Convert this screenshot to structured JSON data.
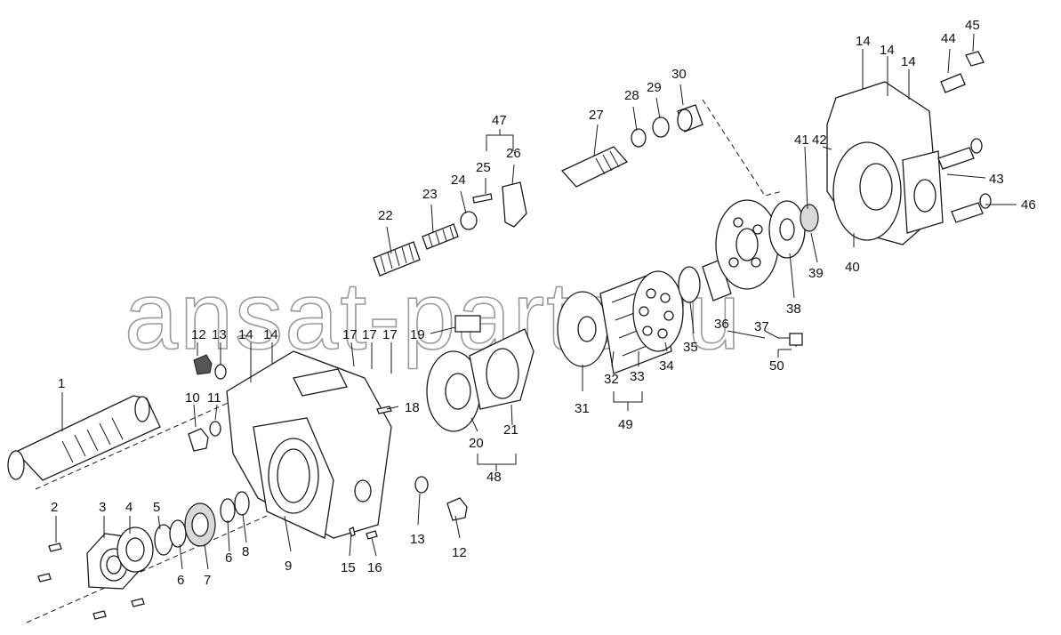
{
  "watermark": "ansat-parts.ru",
  "callouts": [
    {
      "id": "c1",
      "text": "1"
    },
    {
      "id": "c2",
      "text": "2"
    },
    {
      "id": "c3",
      "text": "3"
    },
    {
      "id": "c4",
      "text": "4"
    },
    {
      "id": "c5",
      "text": "5"
    },
    {
      "id": "c6a",
      "text": "6"
    },
    {
      "id": "c6b",
      "text": "6"
    },
    {
      "id": "c7",
      "text": "7"
    },
    {
      "id": "c8",
      "text": "8"
    },
    {
      "id": "c9",
      "text": "9"
    },
    {
      "id": "c10",
      "text": "10"
    },
    {
      "id": "c11",
      "text": "11"
    },
    {
      "id": "c12a",
      "text": "12"
    },
    {
      "id": "c12b",
      "text": "12"
    },
    {
      "id": "c13a",
      "text": "13"
    },
    {
      "id": "c13b",
      "text": "13"
    },
    {
      "id": "c14a",
      "text": "14"
    },
    {
      "id": "c14b",
      "text": "14"
    },
    {
      "id": "c14c",
      "text": "14"
    },
    {
      "id": "c14d",
      "text": "14"
    },
    {
      "id": "c14e",
      "text": "14"
    },
    {
      "id": "c15",
      "text": "15"
    },
    {
      "id": "c16",
      "text": "16"
    },
    {
      "id": "c17a",
      "text": "17"
    },
    {
      "id": "c17b",
      "text": "17"
    },
    {
      "id": "c17c",
      "text": "17"
    },
    {
      "id": "c18",
      "text": "18"
    },
    {
      "id": "c19",
      "text": "19"
    },
    {
      "id": "c20",
      "text": "20"
    },
    {
      "id": "c21",
      "text": "21"
    },
    {
      "id": "c22",
      "text": "22"
    },
    {
      "id": "c23",
      "text": "23"
    },
    {
      "id": "c24",
      "text": "24"
    },
    {
      "id": "c25",
      "text": "25"
    },
    {
      "id": "c26",
      "text": "26"
    },
    {
      "id": "c27",
      "text": "27"
    },
    {
      "id": "c28",
      "text": "28"
    },
    {
      "id": "c29",
      "text": "29"
    },
    {
      "id": "c30",
      "text": "30"
    },
    {
      "id": "c31",
      "text": "31"
    },
    {
      "id": "c32",
      "text": "32"
    },
    {
      "id": "c33",
      "text": "33"
    },
    {
      "id": "c34",
      "text": "34"
    },
    {
      "id": "c35",
      "text": "35"
    },
    {
      "id": "c36",
      "text": "36"
    },
    {
      "id": "c37",
      "text": "37"
    },
    {
      "id": "c38",
      "text": "38"
    },
    {
      "id": "c39",
      "text": "39"
    },
    {
      "id": "c40",
      "text": "40"
    },
    {
      "id": "c41",
      "text": "41"
    },
    {
      "id": "c42",
      "text": "42"
    },
    {
      "id": "c43",
      "text": "43"
    },
    {
      "id": "c44",
      "text": "44"
    },
    {
      "id": "c45",
      "text": "45"
    },
    {
      "id": "c46",
      "text": "46"
    },
    {
      "id": "c47",
      "text": "47"
    },
    {
      "id": "c48",
      "text": "48"
    },
    {
      "id": "c49",
      "text": "49"
    },
    {
      "id": "c50",
      "text": "50"
    }
  ]
}
